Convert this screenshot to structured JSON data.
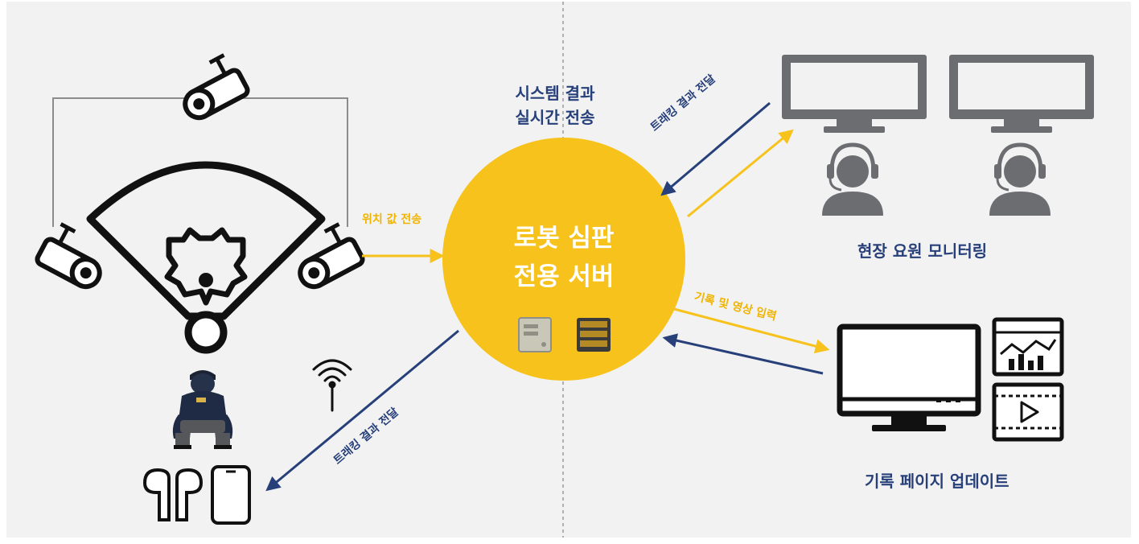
{
  "hub": {
    "line1": "로봇 심판",
    "line2": "전용 서버"
  },
  "top_caption": {
    "line1": "시스템 결과",
    "line2": "실시간 전송"
  },
  "arrows": {
    "position_send": "위치 값 전송",
    "tracking_to_monitor": "트래킹 결과 전달",
    "record_input": "기록 및 영상 입력",
    "tracking_to_umpire": "트래킹 결과 전달"
  },
  "sections": {
    "monitoring": "현장 요원 모니터링",
    "record_update": "기록 페이지 업데이트"
  },
  "colors": {
    "hub": "#f6c21b",
    "yellow_arrow": "#f6c21b",
    "navy_arrow": "#27407a",
    "icon_dark": "#111111",
    "icon_gray": "#6b6d70",
    "panel_bg": "#f2f2f2"
  },
  "icons": [
    "camera-icon",
    "baseball-field-icon",
    "umpire-icon",
    "earbuds-icon",
    "smartphone-icon",
    "wireless-signal-icon",
    "server-icon",
    "monitor-icon",
    "headset-operator-icon",
    "chart-icon",
    "video-play-icon"
  ]
}
